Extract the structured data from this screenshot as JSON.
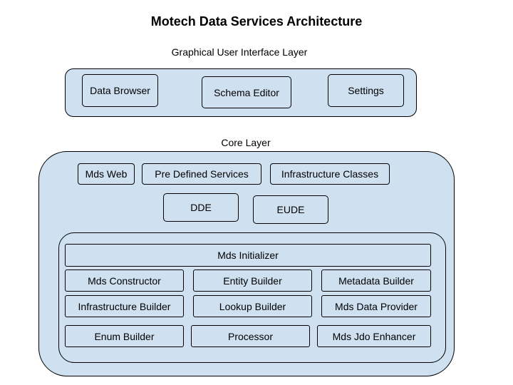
{
  "title": "Motech Data Services Architecture",
  "gui_layer": {
    "label": "Graphical User Interface Layer",
    "items": [
      "Data Browser",
      "Schema Editor",
      "Settings"
    ]
  },
  "core_layer": {
    "label": "Core Layer",
    "top_row": [
      "Mds Web",
      "Pre Defined Services",
      "Infrastructure Classes"
    ],
    "middle_row": [
      "DDE",
      "EUDE"
    ],
    "inner": {
      "header": "Mds Initializer",
      "rows": [
        [
          "Mds Constructor",
          "Entity Builder",
          "Metadata Builder"
        ],
        [
          "Infrastructure Builder",
          "Lookup Builder",
          "Mds Data Provider"
        ],
        [
          "Enum Builder",
          "Processor",
          "Mds Jdo Enhancer"
        ]
      ]
    }
  }
}
